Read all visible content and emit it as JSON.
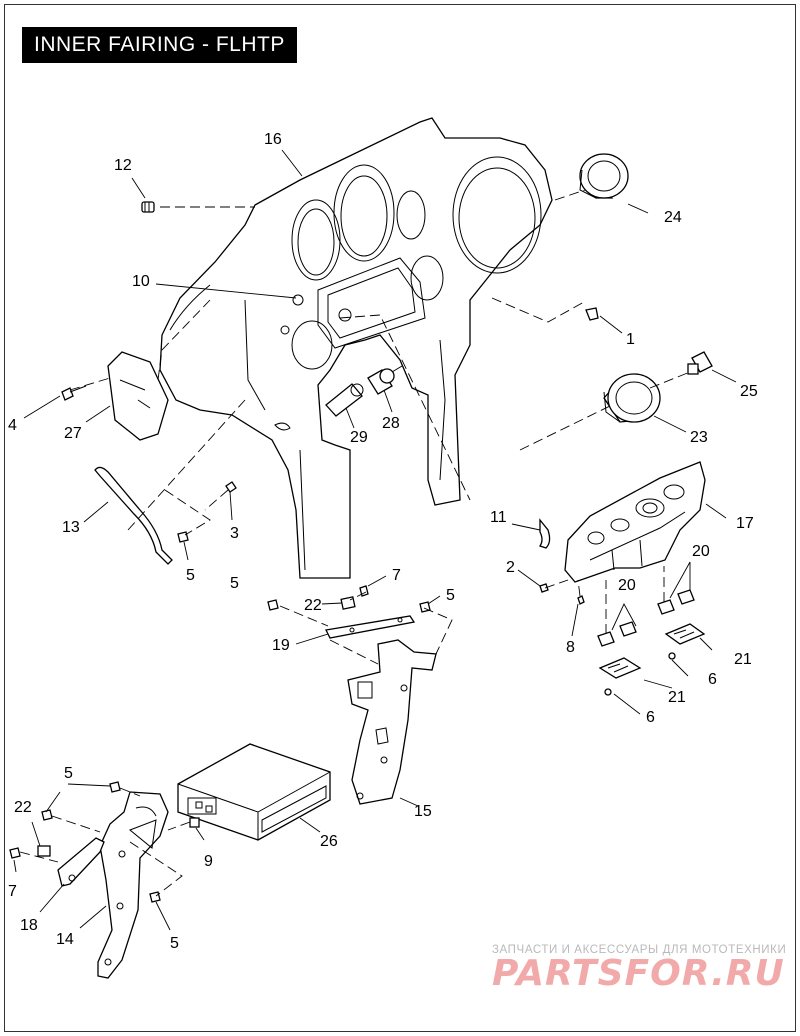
{
  "title": "INNER FAIRING - FLHTP",
  "callouts": {
    "c16": "16",
    "c12": "12",
    "c24": "24",
    "c10": "10",
    "c1": "1",
    "c25": "25",
    "c4": "4",
    "c27": "27",
    "c29": "29",
    "c28": "28",
    "c23": "23",
    "c13": "13",
    "c3": "3",
    "c11": "11",
    "c17": "17",
    "c5a": "5",
    "c2": "2",
    "c20a": "20",
    "c7a": "7",
    "c5b": "5",
    "c22a": "22",
    "c5c": "5",
    "c20b": "20",
    "c19": "19",
    "c8": "8",
    "c21a": "21",
    "c6a": "6",
    "c21b": "21",
    "c6b": "6",
    "c15": "15",
    "c5d": "5",
    "c22b": "22",
    "c26": "26",
    "c9": "9",
    "c7b": "7",
    "c18": "18",
    "c14": "14",
    "c5e": "5"
  },
  "watermark": {
    "subtitle": "ЗАПЧАСТИ И АКСЕССУАРЫ ДЛЯ МОТОТЕХНИКИ",
    "logo": "PARTSFOR.RU"
  }
}
